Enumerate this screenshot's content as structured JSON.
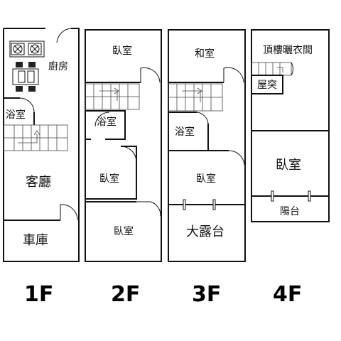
{
  "floors": [
    {
      "label": "1F",
      "rooms": {
        "kitchen": "廚房",
        "bath": "浴室",
        "living": "客廳",
        "garage": "車庫"
      }
    },
    {
      "label": "2F",
      "rooms": {
        "bed_top": "臥室",
        "bath": "浴室",
        "bed_mid": "臥室",
        "bed_bottom": "臥室"
      }
    },
    {
      "label": "3F",
      "rooms": {
        "japanese": "和室",
        "bath": "浴室",
        "bed": "臥室",
        "terrace": "大露台"
      }
    },
    {
      "label": "4F",
      "rooms": {
        "attic_drying": "頂樓曬衣間",
        "roof_protrusion": "屋突",
        "bed": "臥室",
        "balcony": "陽台"
      }
    }
  ]
}
